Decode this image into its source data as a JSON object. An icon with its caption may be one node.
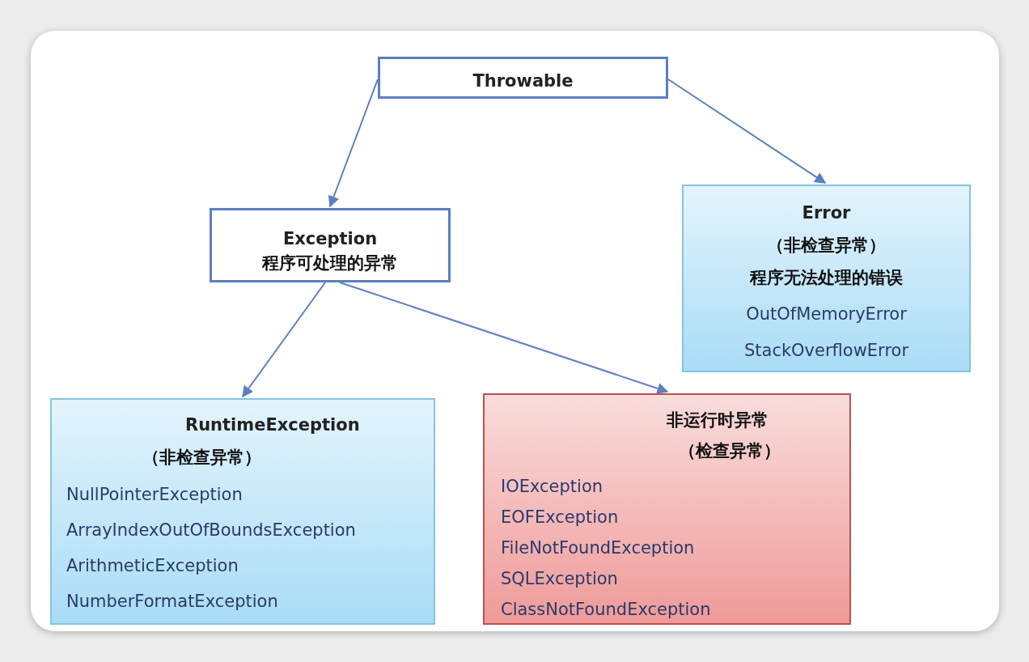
{
  "diagram": {
    "nodes": [
      {
        "text": [
          "Throwable"
        ]
      },
      {
        "text": [
          "Exception",
          "程序可处理的异常"
        ]
      },
      {
        "text": [
          "Error",
          "（非检查异常）",
          "程序无法处理的错误",
          "OutOfMemoryError",
          "StackOverflowError"
        ]
      },
      {
        "text": [
          "RuntimeException",
          "（非检查异常）",
          "NullPointerException",
          "ArrayIndexOutOfBoundsException",
          "ArithmeticException",
          "NumberFormatException"
        ]
      },
      {
        "text": [
          "非运行时异常",
          "（检查异常）",
          "IOException",
          "EOFException",
          "FileNotFoundException",
          "SQLException",
          "ClassNotFoundException"
        ]
      }
    ],
    "edges": [
      {
        "from": 0,
        "to": 1,
        "arrow": "to"
      },
      {
        "from": 0,
        "to": 2,
        "arrow": "to"
      },
      {
        "from": 1,
        "to": 3,
        "arrow": "to"
      },
      {
        "from": 1,
        "to": 4,
        "arrow": "to"
      }
    ]
  }
}
